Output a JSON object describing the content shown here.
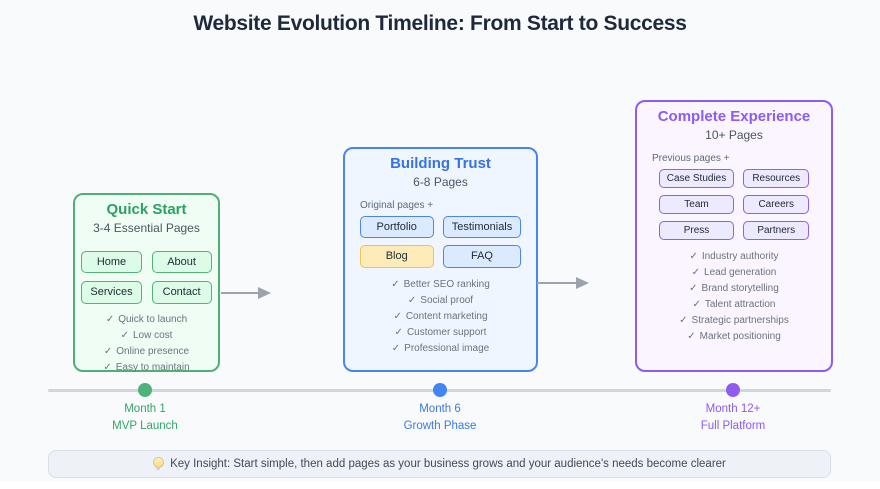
{
  "palette": {
    "background": "#f8fafc",
    "title_color": "#1e293b",
    "muted_text": "#6b7280",
    "arrow_gray": "#9aa3ae",
    "timeline_line": "#cfd6de",
    "stage_green_accent": "#2aa263",
    "stage_green_bg": "#f0fdf4",
    "stage_blue_accent": "#3573e7",
    "stage_blue_bg": "#eff6ff",
    "stage_purple_accent": "#8b5cf6",
    "stage_purple_bg": "#faf5ff",
    "chip_green_bg": "#dcfce7",
    "chip_blue_bg": "#dbeafe",
    "chip_purple_bg": "#ede9fe",
    "blog_highlight_bg": "#fdecb8",
    "blog_highlight_border": "#e9c35f",
    "insight_bg": "#eef1f7",
    "insight_border": "#d9dfe9"
  },
  "glyphs": {
    "check": "✓"
  },
  "header": {
    "title": "Website Evolution Timeline: From Start to Success"
  },
  "stages": [
    {
      "title": "Quick Start",
      "subtitle": "3-4 Essential Pages",
      "pages": [
        "Home",
        "About",
        "Services",
        "Contact"
      ],
      "benefits": [
        "Quick to launch",
        "Low cost",
        "Online presence",
        "Easy to maintain"
      ]
    },
    {
      "title": "Building Trust",
      "subtitle": "6-8 Pages",
      "note": "Original pages +",
      "pages": [
        "Portfolio",
        "Testimonials",
        "Blog",
        "FAQ"
      ],
      "highlighted_page": "Blog",
      "benefits": [
        "Better SEO ranking",
        "Social proof",
        "Content marketing",
        "Customer support",
        "Professional image"
      ]
    },
    {
      "title": "Complete Experience",
      "subtitle": "10+ Pages",
      "note": "Previous pages +",
      "pages": [
        "Case Studies",
        "Resources",
        "Team",
        "Careers",
        "Press",
        "Partners"
      ],
      "benefits": [
        "Industry authority",
        "Lead generation",
        "Brand storytelling",
        "Talent attraction",
        "Strategic partnerships",
        "Market positioning"
      ]
    }
  ],
  "timeline": {
    "milestones": [
      {
        "label": "Month 1",
        "sublabel": "MVP Launch",
        "color": "#35a56a"
      },
      {
        "label": "Month 6",
        "sublabel": "Growth Phase",
        "color": "#3b7ae8"
      },
      {
        "label": "Month 12+",
        "sublabel": "Full Platform",
        "color": "#8b5cf6"
      }
    ]
  },
  "insight": {
    "icon": "lightbulb-icon",
    "text": "Key Insight: Start simple, then add pages as your business grows and your audience's needs become clearer"
  }
}
